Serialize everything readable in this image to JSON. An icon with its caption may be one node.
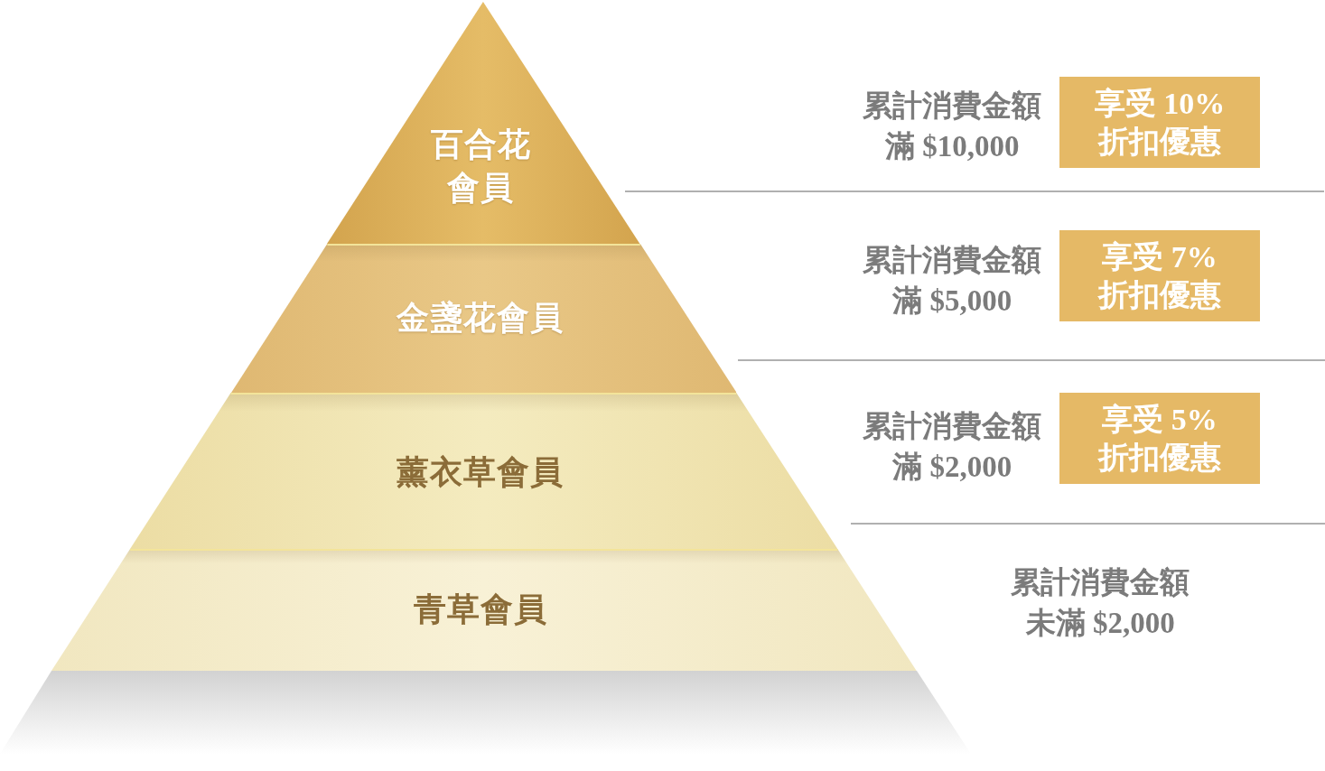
{
  "diagram": {
    "nodes": [
      {
        "text": [
          "百合花會員"
        ]
      },
      {
        "text": [
          "享受 10%折扣優惠"
        ]
      },
      {
        "text": [
          "金盞花會員"
        ]
      },
      {
        "text": [
          "享受 7%折扣優惠"
        ]
      },
      {
        "text": [
          "薰衣草會員"
        ]
      },
      {
        "text": [
          "享受 5%折扣優惠"
        ]
      },
      {
        "text": [
          "青草會員"
        ]
      }
    ],
    "labels": [
      "累計消費金額滿 $10,000",
      "累計消費金額滿 $5,000",
      "累計消費金額滿 $2,000",
      "累計消費金額未滿 $2,000"
    ]
  }
}
